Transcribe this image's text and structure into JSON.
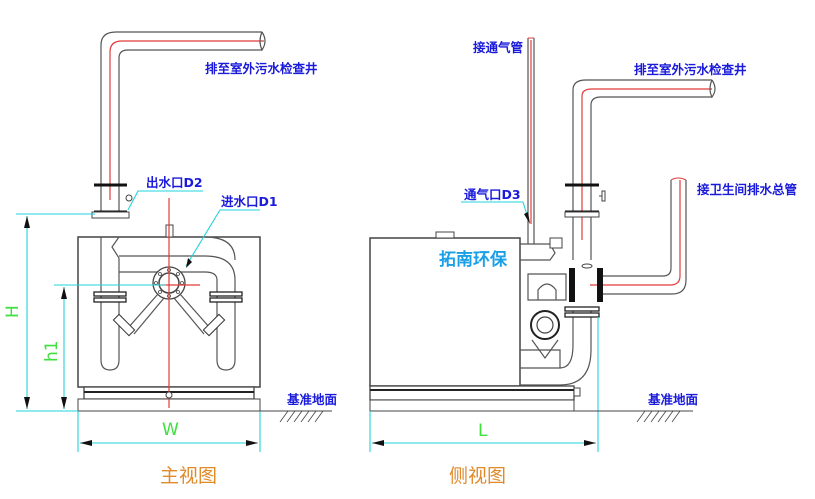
{
  "colors": {
    "label": "#1a1adb",
    "dimension": "#3ee03e",
    "view_title": "#e08a2a",
    "brand": "#1aa0e6",
    "centerline": "#e23b3b",
    "dimension_line": "#22d3d8"
  },
  "front_view": {
    "title": "主视图",
    "labels": {
      "discharge": "排至室外污水检查井",
      "outlet": "出水口D2",
      "inlet": "进水口D1",
      "ground": "基准地面"
    },
    "dimensions": {
      "height": "H",
      "inlet_height": "h1",
      "width": "W"
    }
  },
  "side_view": {
    "title": "侧视图",
    "labels": {
      "vent_pipe": "接通气管",
      "discharge": "排至室外污水检查井",
      "vent_port": "通气口D3",
      "main_drain": "接卫生间排水总管",
      "ground": "基准地面"
    },
    "dimensions": {
      "length": "L"
    },
    "brand": "拓南环保"
  }
}
